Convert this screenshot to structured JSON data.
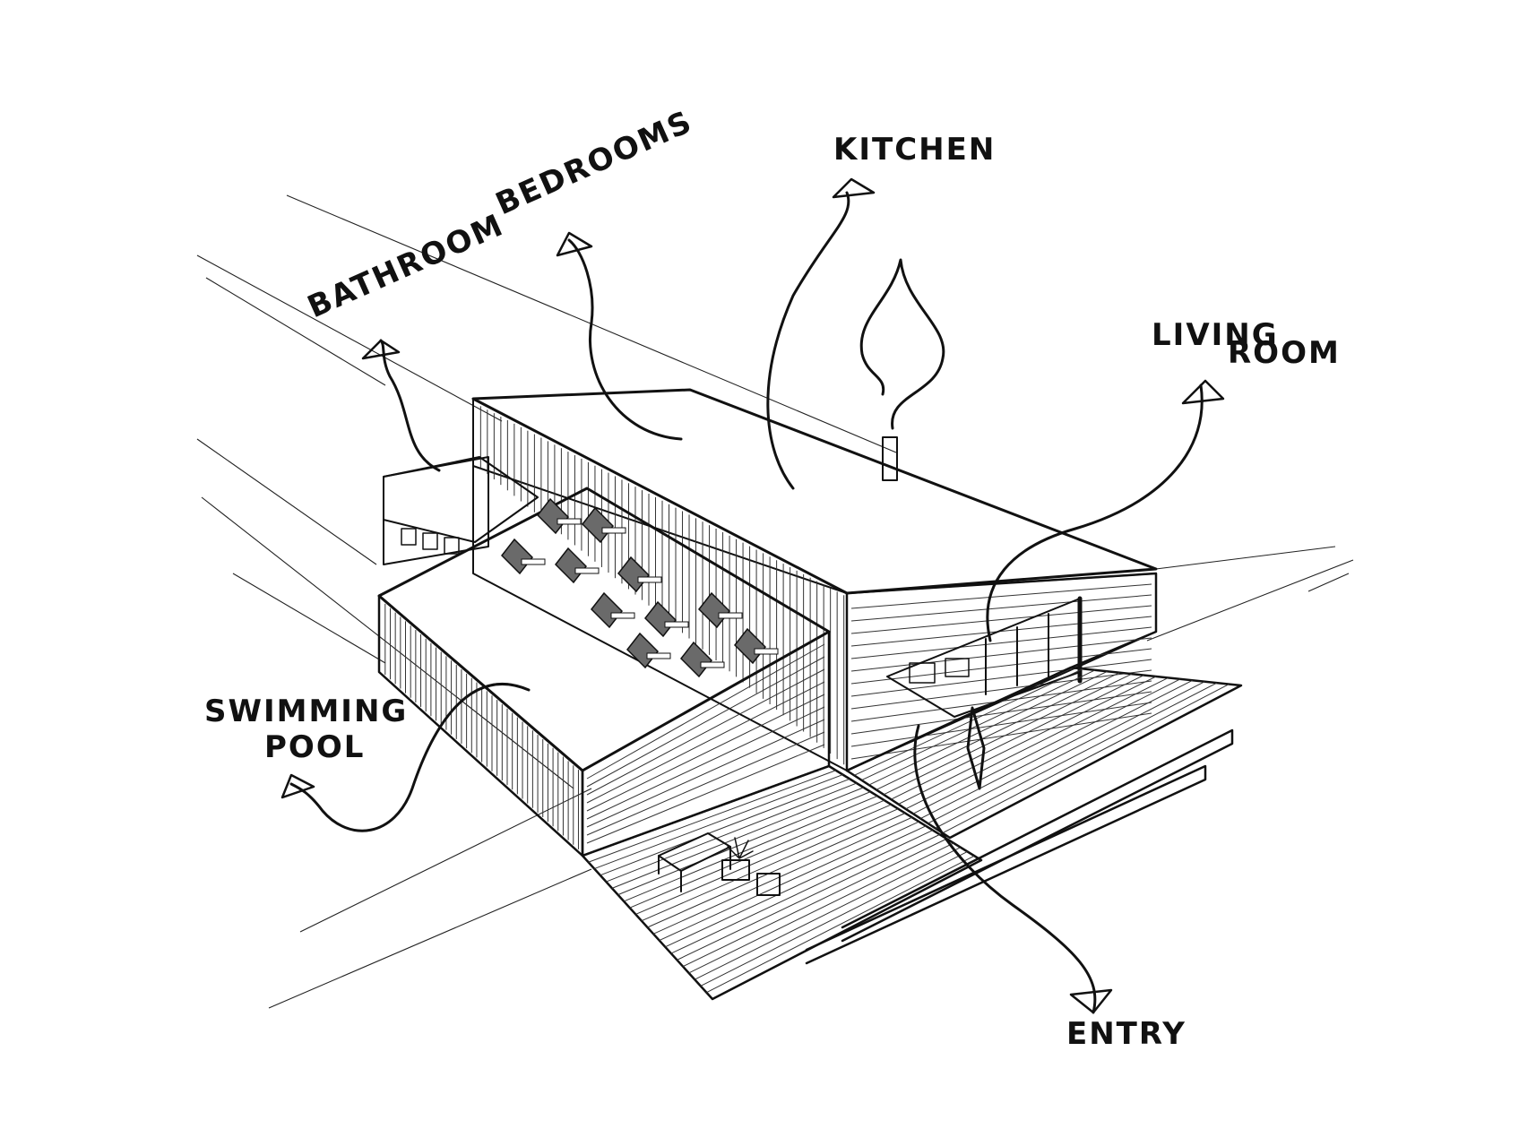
{
  "labels": {
    "kitchen": "KITCHEN",
    "bedrooms": "BEDROOMS",
    "bathroom": "BATHROOM",
    "living_line1": "LIVING",
    "living_line2": "ROOM",
    "pool_line1": "SWIMMING",
    "pool_line2": "POOL",
    "entry": "ENTRY"
  },
  "colors": {
    "ink": "#111111",
    "main_roof": "#dcdcdc",
    "pool_roof": "#8f8f8f",
    "bathroom_roof": "#4a4a4a",
    "wall": "#f4f4f4"
  }
}
